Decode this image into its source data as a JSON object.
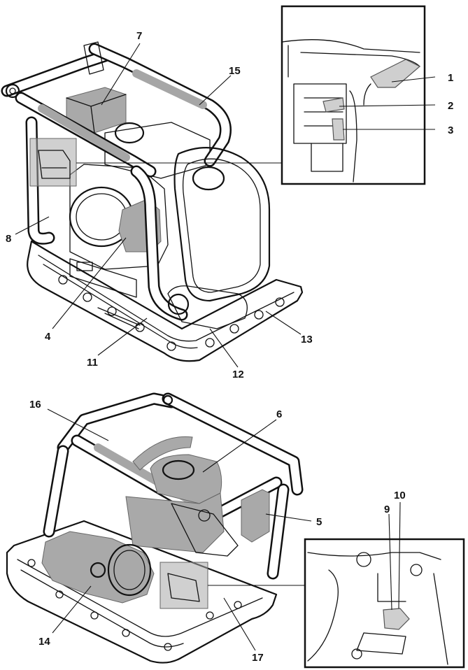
{
  "figure": {
    "callouts": [
      {
        "id": "c1",
        "label": "1"
      },
      {
        "id": "c2",
        "label": "2"
      },
      {
        "id": "c3",
        "label": "3"
      },
      {
        "id": "c4",
        "label": "4"
      },
      {
        "id": "c5",
        "label": "5"
      },
      {
        "id": "c6",
        "label": "6"
      },
      {
        "id": "c7",
        "label": "7"
      },
      {
        "id": "c8",
        "label": "8"
      },
      {
        "id": "c9",
        "label": "9"
      },
      {
        "id": "c10",
        "label": "10"
      },
      {
        "id": "c11",
        "label": "11"
      },
      {
        "id": "c12",
        "label": "12"
      },
      {
        "id": "c13",
        "label": "13"
      },
      {
        "id": "c14",
        "label": "14"
      },
      {
        "id": "c15",
        "label": "15"
      },
      {
        "id": "c16",
        "label": "16"
      },
      {
        "id": "c17",
        "label": "17"
      }
    ],
    "colors": {
      "line": "#111111",
      "highlight": "#a9a9a9",
      "background": "#ffffff"
    }
  }
}
